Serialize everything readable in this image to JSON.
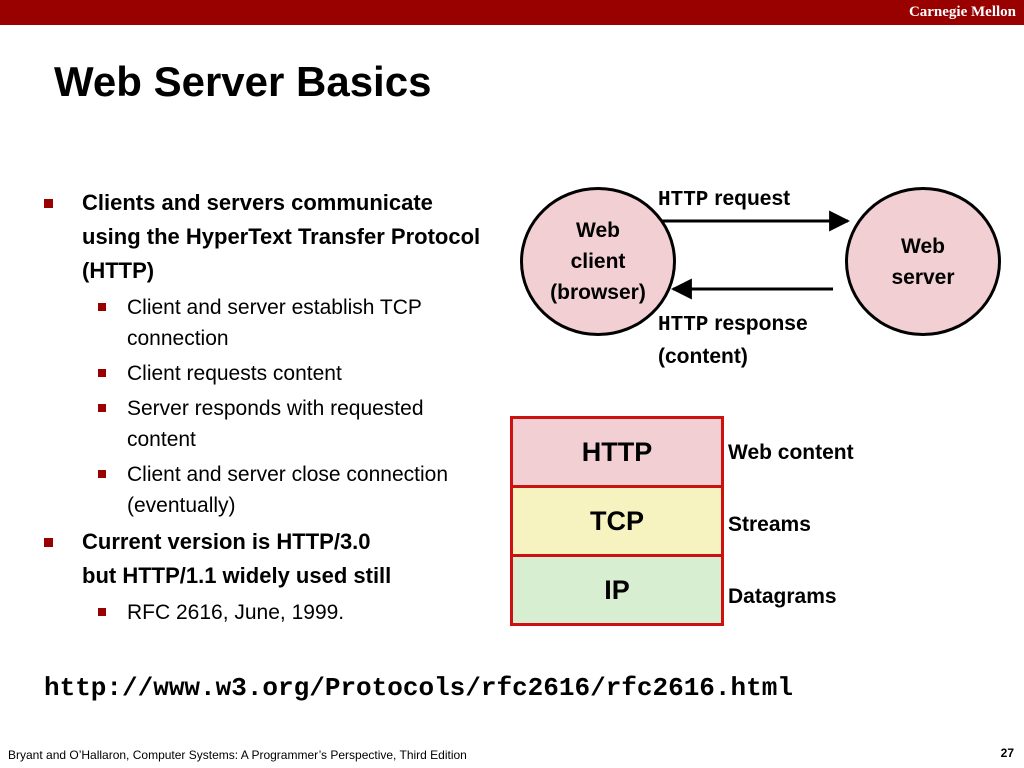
{
  "header": {
    "brand": "Carnegie Mellon"
  },
  "slide": {
    "title": "Web Server Basics"
  },
  "bullets": [
    {
      "text": "Clients and servers communicate using  the HyperText Transfer Protocol (HTTP)",
      "sub": [
        "Client and server establish TCP connection",
        "Client requests content",
        "Server responds with requested content",
        "Client and server close connection (eventually)"
      ]
    },
    {
      "line1": "Current version is HTTP/3.0",
      "line2": "but HTTP/1.1 widely used still",
      "sub": [
        "RFC 2616, June, 1999."
      ]
    }
  ],
  "diagram": {
    "client": {
      "line1": "Web",
      "line2": "client",
      "line3": "(browser)"
    },
    "server": {
      "line1": "Web",
      "line2": "server"
    },
    "request": {
      "mono": "HTTP",
      "text": "request"
    },
    "response": {
      "mono": "HTTP",
      "text": "response",
      "line2": "(content)"
    }
  },
  "stack": {
    "layers": [
      {
        "name": "HTTP",
        "desc": "Web content",
        "color": "#f2cfd3"
      },
      {
        "name": "TCP",
        "desc": "Streams",
        "color": "#f7f3c0"
      },
      {
        "name": "IP",
        "desc": "Datagrams",
        "color": "#d7efd0"
      }
    ],
    "border_color": "#cc1111"
  },
  "url": "http://www.w3.org/Protocols/rfc2616/rfc2616.html",
  "footer": {
    "citation": "Bryant and O’Hallaron, Computer Systems: A Programmer’s Perspective, Third Edition",
    "page": "27"
  },
  "colors": {
    "brand": "#990000",
    "bullet": "#990000"
  }
}
